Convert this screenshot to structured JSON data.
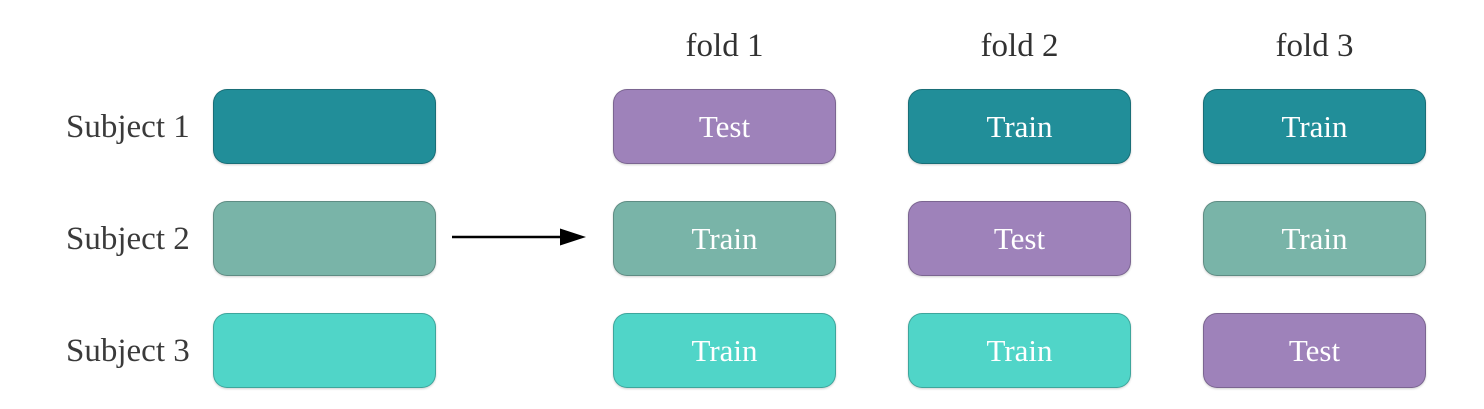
{
  "canvas": {
    "background": "#ffffff",
    "label_text_color": "#3a3a3a",
    "box_text_color": "#ffffff",
    "arrow_color": "#000000"
  },
  "subjects": [
    {
      "label": "Subject 1",
      "color": "#218e99"
    },
    {
      "label": "Subject 2",
      "color": "#79b4a8"
    },
    {
      "label": "Subject 3",
      "color": "#50d5c8"
    }
  ],
  "test_color": "#9e82ba",
  "icons": {
    "arrow": "right-arrow"
  },
  "folds": [
    {
      "label": "fold 1",
      "cells": [
        {
          "text": "Test",
          "color": "#9e82ba"
        },
        {
          "text": "Train",
          "color": "#79b4a8"
        },
        {
          "text": "Train",
          "color": "#50d5c8"
        }
      ]
    },
    {
      "label": "fold 2",
      "cells": [
        {
          "text": "Train",
          "color": "#218e99"
        },
        {
          "text": "Test",
          "color": "#9e82ba"
        },
        {
          "text": "Train",
          "color": "#50d5c8"
        }
      ]
    },
    {
      "label": "fold 3",
      "cells": [
        {
          "text": "Train",
          "color": "#218e99"
        },
        {
          "text": "Train",
          "color": "#79b4a8"
        },
        {
          "text": "Test",
          "color": "#9e82ba"
        }
      ]
    }
  ]
}
